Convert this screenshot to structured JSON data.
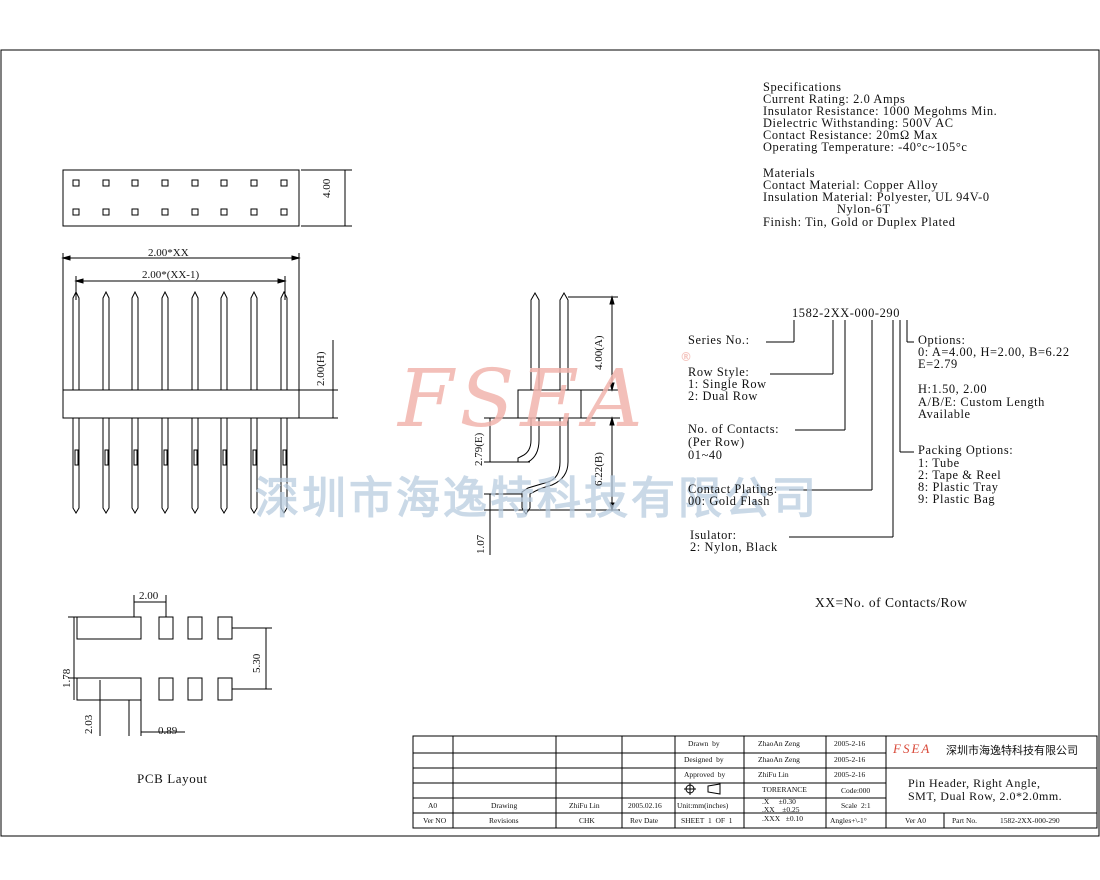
{
  "watermark": {
    "logo": "FSEA",
    "company_cn": "深圳市海逸特科技有限公司"
  },
  "specifications": {
    "title": "Specifications",
    "lines": [
      "Current Rating: 2.0 Amps",
      "Insulator Resistance: 1000 Megohms Min.",
      "Dielectric Withstanding: 500V AC",
      "Contact Resistance: 20mΩ Max",
      "Operating Temperature: -40°c~105°c"
    ]
  },
  "materials": {
    "title": "Materials",
    "lines": [
      "Contact Material: Copper Alloy",
      "Insulation Material: Polyester, UL 94V-0",
      "                    Nylon-6T",
      "Finish: Tin, Gold or Duplex Plated"
    ]
  },
  "dimensions": {
    "top_height": "4.00",
    "overall_width": "2.00*XX",
    "pitch_width": "2.00*(XX-1)",
    "height_h": "2.00(H)",
    "side_a": "4.00(A)",
    "side_e": "2.79(E)",
    "side_b": "6.22(B)",
    "side_107": "1.07",
    "pcb_pitch": "2.00",
    "pcb_530": "5.30",
    "pcb_178": "1.78",
    "pcb_203": "2.03",
    "pcb_089": "0.89"
  },
  "part_number": {
    "code": "1582-2XX-000-290",
    "series": "Series No.:",
    "row_style": [
      "Row Style:",
      "1: Single Row",
      "2: Dual Row"
    ],
    "contacts": [
      "No. of Contacts:",
      "(Per Row)",
      "01~40"
    ],
    "plating": [
      "Contact Plating:",
      "00: Gold Flash"
    ],
    "insulator": [
      "Isulator:",
      "2: Nylon, Black"
    ],
    "options": [
      "Options:",
      "0: A=4.00, H=2.00, B=6.22",
      "E=2.79",
      "",
      "H:1.50, 2.00",
      "A/B/E: Custom Length",
      "Available"
    ],
    "packing": [
      "Packing Options:",
      "1: Tube",
      "2: Tape & Reel",
      "8: Plastic Tray",
      "9: Plastic Bag"
    ],
    "note": "XX=No. of Contacts/Row"
  },
  "pcb_layout_label": "PCB Layout",
  "title_block": {
    "rev_row": {
      "ver": "A0",
      "desc": "Drawing",
      "chk": "ZhiFu Lin",
      "date": "2005.02.16"
    },
    "header_row": {
      "ver": "Ver NO",
      "desc": "Revisions",
      "chk": "CHK",
      "date": "Rev Date"
    },
    "drawn_label": "Drawn  by",
    "drawn_name": "ZhaoAn Zeng",
    "drawn_date": "2005-2-16",
    "designed_label": "Designed  by",
    "designed_name": "ZhaoAn Zeng",
    "designed_date": "2005-2-16",
    "approved_label": "Approved  by",
    "approved_name": "ZhiFu Lin",
    "approved_date": "2005-2-16",
    "tolerance_label": "TORERANCE",
    "tol_x": ".X     ±0.30",
    "tol_xx": ".XX    ±0.25",
    "tol_xxx": ".XXX   ±0.10",
    "code": "Code:000",
    "units": "Unit:mm(inches)",
    "scale": "Scale  2:1",
    "sheet": "SHEET  1  OF  1",
    "angles": "Angles+\\-1°",
    "company_logo": "FSEA",
    "company_name": "深圳市海逸特科技有限公司",
    "title_line1": "Pin Header, Right Angle,",
    "title_line2": "SMT, Dual Row, 2.0*2.0mm.",
    "ver_a0": "Ver A0",
    "part_no_label": "Part No.",
    "part_no": "1582-2XX-000-290"
  }
}
